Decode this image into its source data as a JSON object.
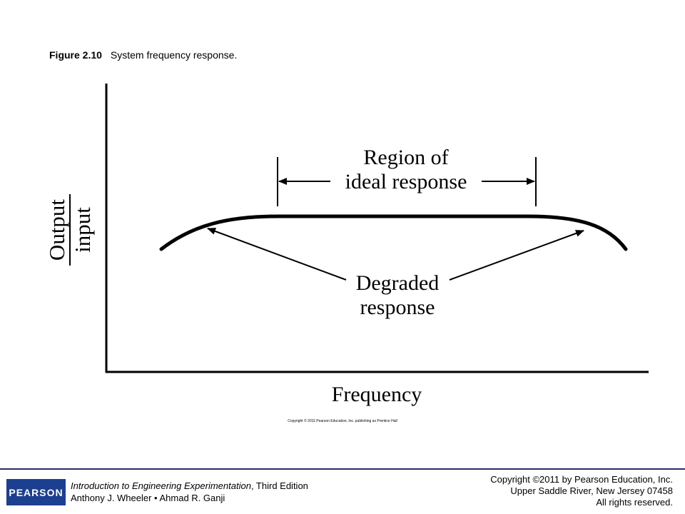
{
  "caption": {
    "number": "Figure 2.10",
    "text": "System frequency response."
  },
  "diagram": {
    "y_axis_label_top": "Output",
    "y_axis_label_bottom": "input",
    "x_axis_label": "Frequency",
    "ideal_label_line1": "Region of",
    "ideal_label_line2": "ideal response",
    "degraded_label_line1": "Degraded",
    "degraded_label_line2": "response",
    "small_copyright": "Copyright © 2011 Pearson Education, Inc. publishing as Prentice Hall"
  },
  "footer": {
    "logo_text": "PEARSON",
    "book_title": "Introduction to Engineering Experimentation",
    "book_edition": ", Third Edition",
    "authors": "Anthony J. Wheeler • Ahmad R. Ganji",
    "copyright_line1": "Copyright ©2011 by Pearson Education, Inc.",
    "copyright_line2": "Upper Saddle River, New Jersey 07458",
    "copyright_line3": "All rights reserved.",
    "logo_color": "#1c3f8f"
  }
}
